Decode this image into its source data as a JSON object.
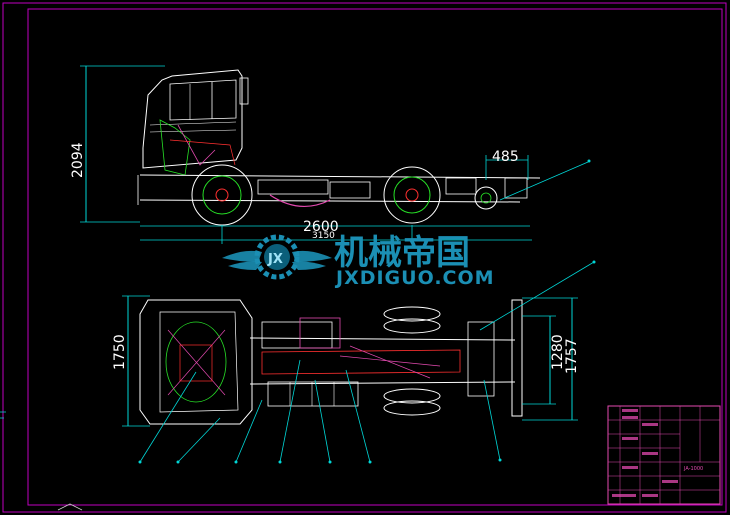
{
  "dimensions": {
    "height_side": "2094",
    "rear_overhang": "485",
    "wheelbase": "2600",
    "front_track": "1750",
    "rear_track": "1280",
    "rear_width": "1757"
  },
  "watermark": {
    "name_cn": "机械帝国",
    "url": "JXDIGUO.COM",
    "logo_letters": "JX"
  },
  "colors": {
    "frame": "#c000c0",
    "dimension": "#00d6d6",
    "outline": "#ffffff",
    "detail_red": "#ff3030",
    "detail_green": "#27e027",
    "detail_magenta": "#e34ab0",
    "watermark": "#1b8fb4"
  },
  "title_block": {
    "label": "JA-1000"
  }
}
